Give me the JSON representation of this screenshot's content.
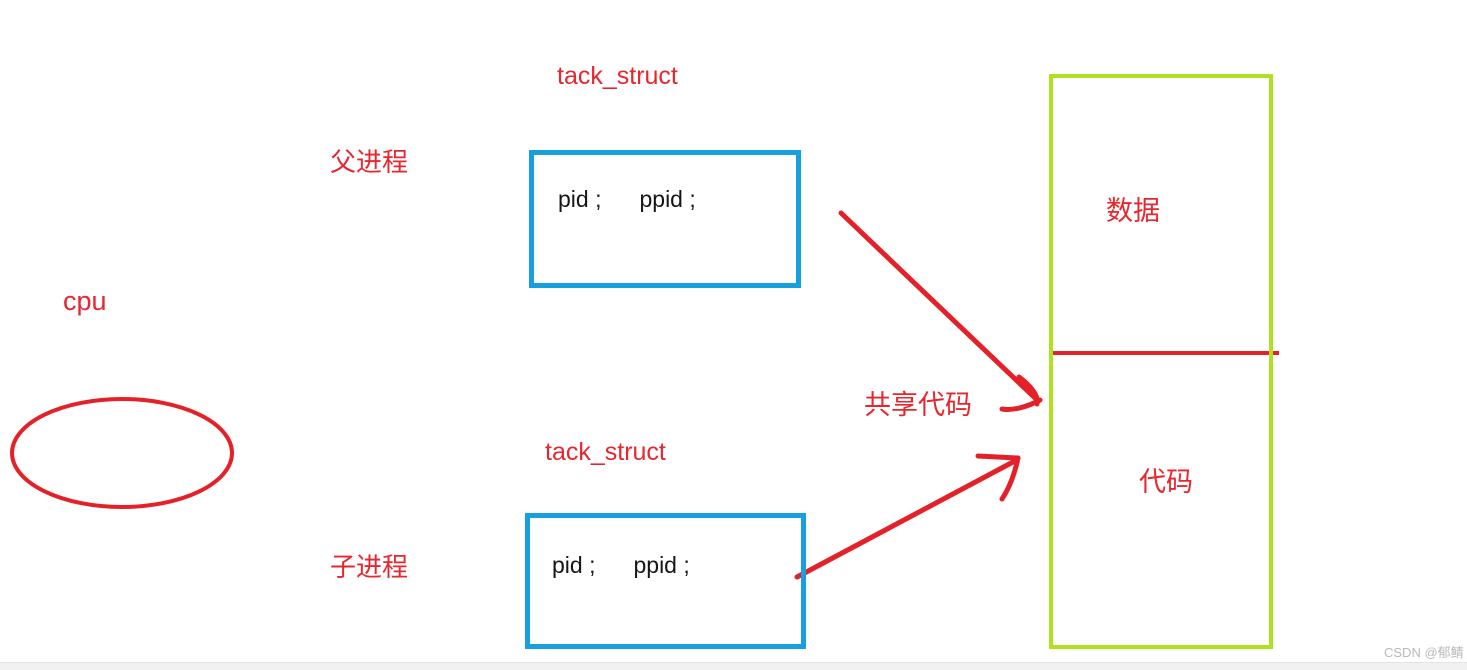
{
  "diagram": {
    "parent_struct_title": "tack_struct",
    "child_struct_title": "tack_struct",
    "parent_process_label": "父进程",
    "child_process_label": "子进程",
    "cpu_label": "cpu",
    "shared_code_label": "共享代码",
    "memory": {
      "data_segment_label": "数据",
      "code_segment_label": "代码"
    },
    "parent_box_fields": [
      "pid ;",
      "ppid ;"
    ],
    "child_box_fields": [
      "pid ;",
      "ppid ;"
    ],
    "colors": {
      "stroke_red": "#e42128",
      "text_red": "#e7262e",
      "box_blue": "#189fdd",
      "box_green": "#afe11f"
    }
  },
  "watermark": "CSDN @郁鲭"
}
